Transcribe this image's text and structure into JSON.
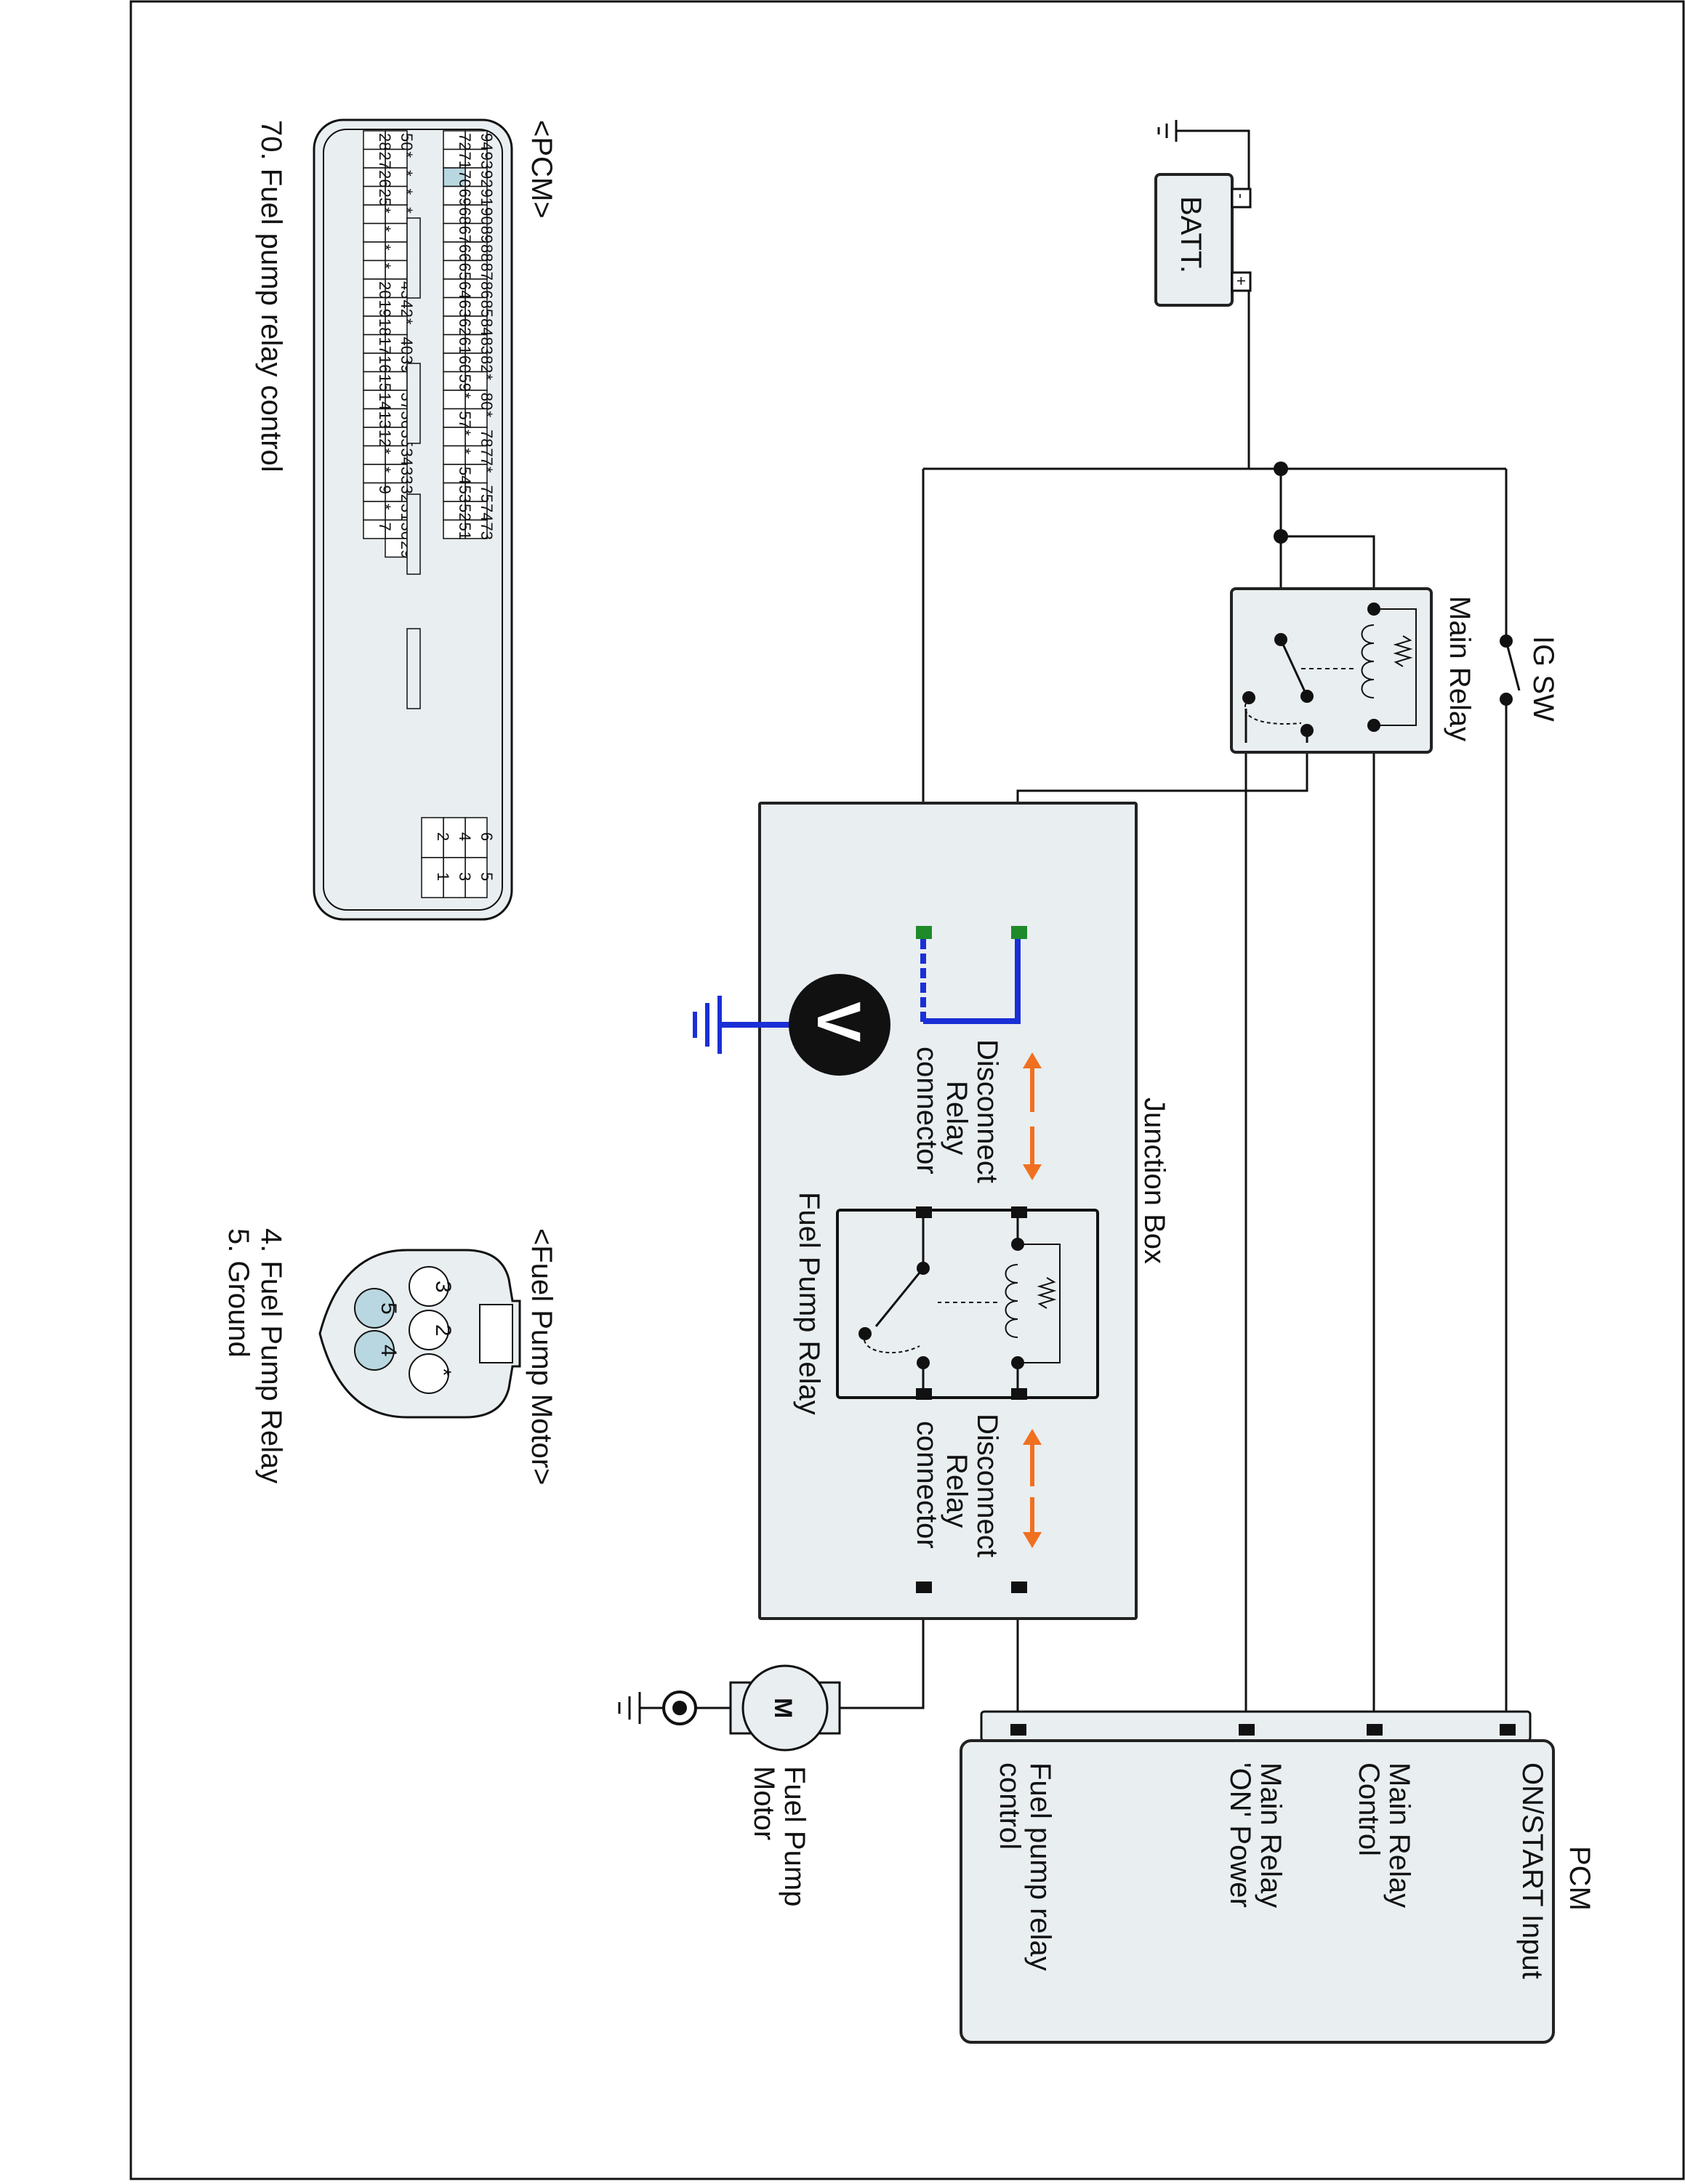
{
  "battery": {
    "label": "BATT.",
    "neg": "-",
    "pos": "+"
  },
  "ig_sw": {
    "label": "IG SW"
  },
  "main_relay": {
    "label": "Main Relay"
  },
  "junction_box": {
    "label": "Junction Box"
  },
  "fuel_pump_relay": {
    "label": "Fuel Pump Relay"
  },
  "disconnect_left": {
    "line1": "Disconnect",
    "line2": "Relay",
    "line3": "connector"
  },
  "disconnect_right": {
    "line1": "Disconnect",
    "line2": "Relay",
    "line3": "connector"
  },
  "voltmeter": {
    "symbol": "V"
  },
  "motor": {
    "symbol": "M",
    "line1": "Fuel Pump",
    "line2": "Motor"
  },
  "pcm_box": {
    "label": "PCM",
    "terminals": [
      {
        "line1": "ON/START Input",
        "line2": ""
      },
      {
        "line1": "Main Relay",
        "line2": "Control"
      },
      {
        "line1": "Main Relay",
        "line2": "'ON' Power"
      },
      {
        "line1": "Fuel pump relay",
        "line2": "control"
      }
    ]
  },
  "pcm_connector": {
    "title": "<PCM>",
    "caption": "70. Fuel pump relay control",
    "highlight_pin": "70",
    "rows": [
      [
        "94",
        "93",
        "92",
        "91",
        "90",
        "89",
        "88",
        "87",
        "86",
        "85",
        "84",
        "83",
        "82",
        "*",
        "80",
        "*",
        "78",
        "77",
        "*",
        "75",
        "74",
        "73"
      ],
      [
        "72",
        "71",
        "70",
        "69",
        "68",
        "67",
        "66",
        "65",
        "64",
        "63",
        "62",
        "61",
        "60",
        "59",
        "*",
        "57",
        "*",
        "*",
        "54",
        "53",
        "52",
        "51"
      ],
      [
        "50",
        "*",
        "*",
        "*",
        "*",
        "*",
        "*",
        "*",
        "43",
        "42",
        "*",
        "40",
        "39",
        "*",
        "37",
        "36",
        "35",
        "34",
        "33",
        "32",
        "31",
        "30",
        "29"
      ],
      [
        "28",
        "27",
        "26",
        "25",
        "*",
        "*",
        "*",
        "*",
        "20",
        "19",
        "18",
        "17",
        "16",
        "15",
        "14",
        "13",
        "12",
        "*",
        "*",
        "9",
        "*",
        "7"
      ]
    ],
    "side_pins": [
      [
        "6",
        "5"
      ],
      [
        "4",
        "3"
      ],
      [
        "2",
        "1"
      ]
    ]
  },
  "fuel_pump_connector": {
    "title": "<Fuel Pump Motor>",
    "pins": [
      "3",
      "2",
      "*",
      "5",
      "4"
    ],
    "highlight_pins": [
      "5",
      "4"
    ],
    "legend": [
      "4. Fuel Pump Relay",
      "5. Ground"
    ]
  },
  "colors": {
    "probe_wire": "#1a2fd6",
    "arrow": "#f07020",
    "highlight": "#b9d7e0",
    "box_fill": "#e9eef0",
    "connector_green": "#1f8a2a"
  }
}
